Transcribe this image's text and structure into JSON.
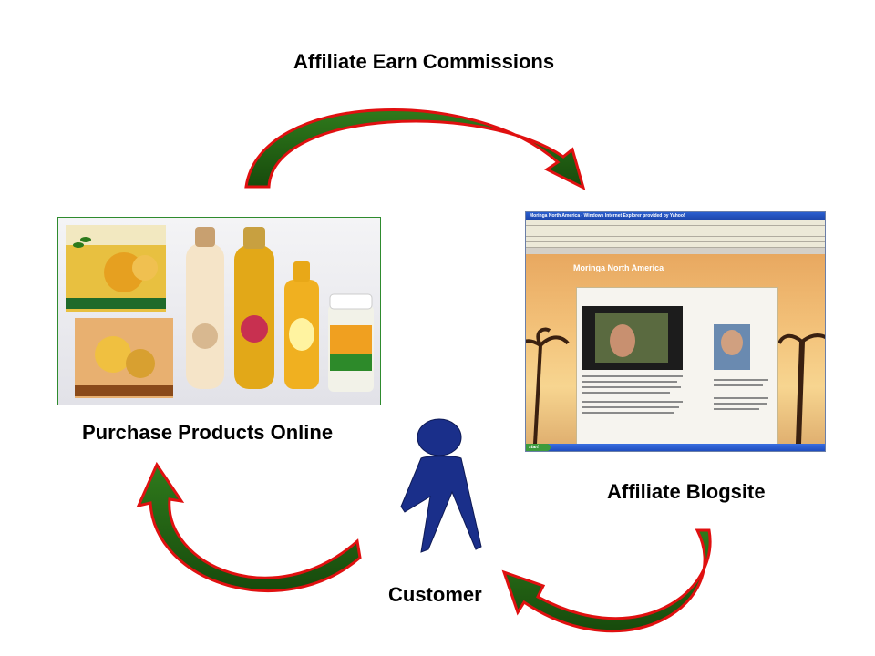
{
  "labels": {
    "top": "Affiliate Earn Commissions",
    "left": "Purchase Products Online",
    "right": "Affiliate Blogsite",
    "bottom": "Customer"
  },
  "colors": {
    "arrow_fill": "#1f5c12",
    "arrow_outline": "#e01010",
    "person": "#1a2f8a",
    "photo_border": "#2e8b2e"
  },
  "browser": {
    "window_title": "Moringa North America - Windows Internet Explorer provided by Yahoo!",
    "blog_title": "Moringa North America",
    "start_label": "start"
  },
  "icons": [
    "curved-arrow",
    "person-icon"
  ]
}
